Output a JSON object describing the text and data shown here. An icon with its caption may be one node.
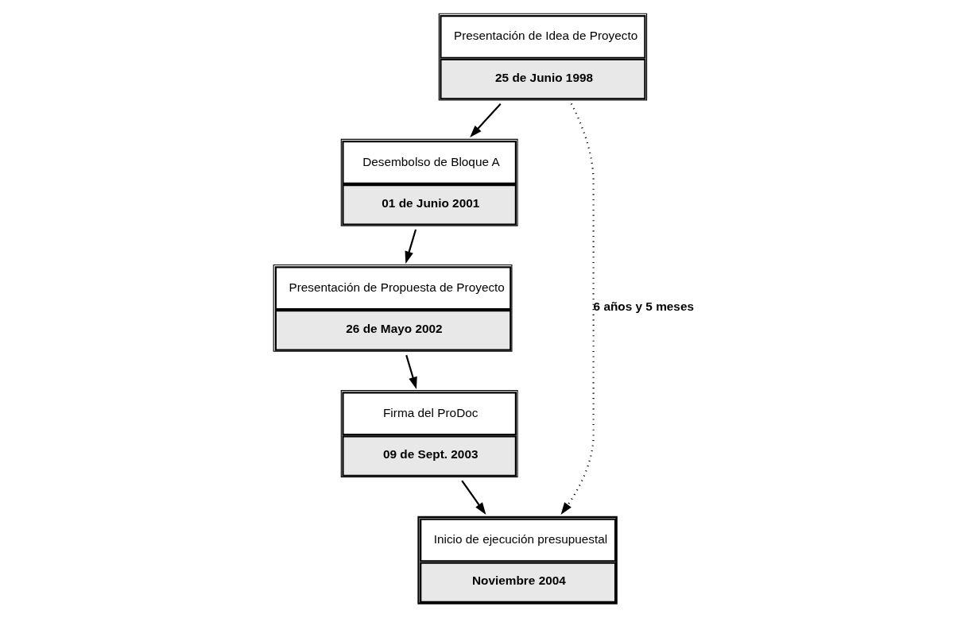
{
  "diagram": {
    "nodes": [
      {
        "text": [
          "Presentación de Idea de Proyecto",
          "25 de Junio 1998"
        ]
      },
      {
        "text": [
          "Desembolso de Bloque A",
          "01 de Junio 2001"
        ]
      },
      {
        "text": [
          "Presentación de Propuesta de Proyecto",
          "26 de Mayo 2002"
        ]
      },
      {
        "text": [
          "Firma del ProDoc",
          "09 de Sept. 2003"
        ]
      },
      {
        "text": [
          "Inicio de ejecución presupuestal",
          "Noviembre 2004"
        ]
      }
    ],
    "edges": [
      {
        "from": 0,
        "to": 1,
        "arrow": "to"
      },
      {
        "from": 1,
        "to": 2,
        "arrow": "to"
      },
      {
        "from": 2,
        "to": 3,
        "arrow": "to"
      },
      {
        "from": 3,
        "to": 4,
        "arrow": "to"
      },
      {
        "from": 0,
        "to": 4,
        "arrow": "to",
        "style": "dashed",
        "label": "6 años y 5 meses"
      }
    ]
  }
}
